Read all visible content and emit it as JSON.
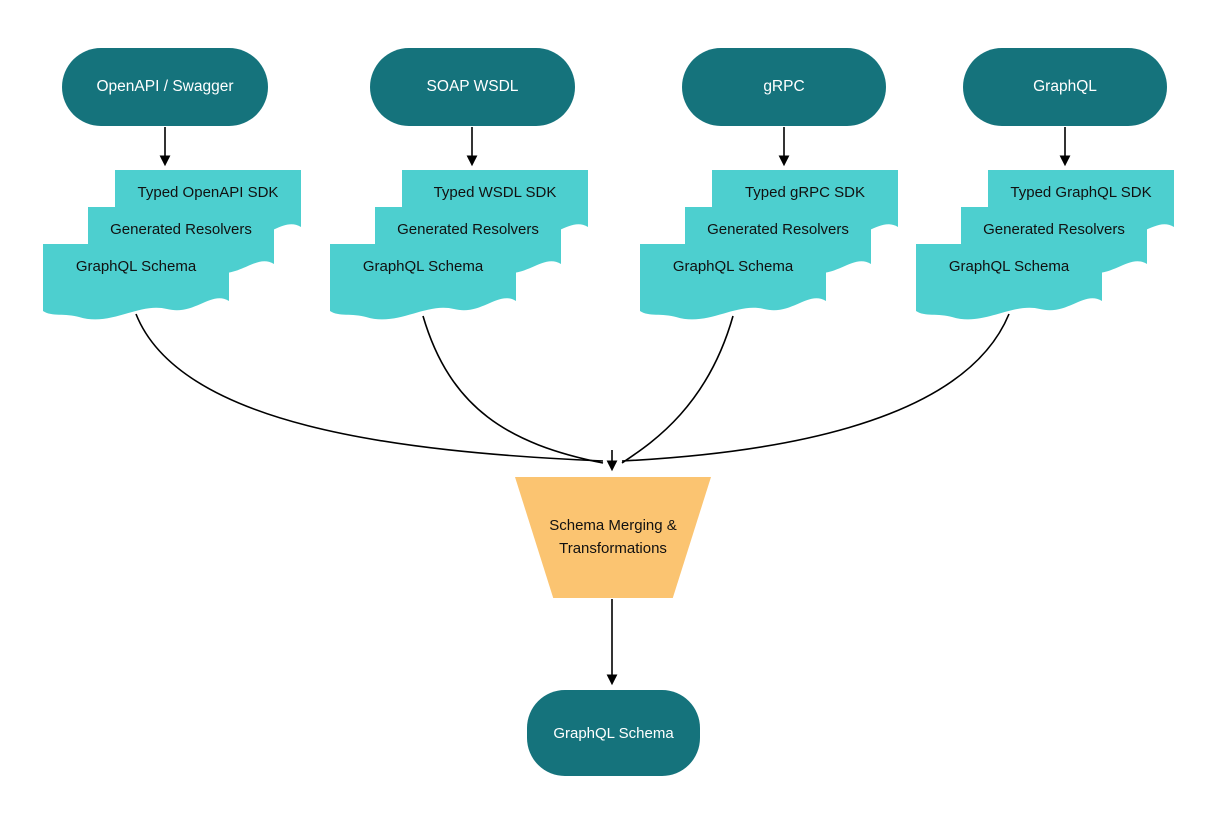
{
  "colors": {
    "source": "#15737c",
    "artifact": "#4dcfcf",
    "merge": "#fbc471",
    "final": "#15737c",
    "edge": "#000000",
    "background": "#ffffff"
  },
  "sources": [
    {
      "label": "OpenAPI / Swagger"
    },
    {
      "label": "SOAP WSDL"
    },
    {
      "label": "gRPC"
    },
    {
      "label": "GraphQL"
    }
  ],
  "stacks": [
    {
      "docs": [
        "Typed OpenAPI SDK",
        "Generated Resolvers",
        "GraphQL Schema"
      ]
    },
    {
      "docs": [
        "Typed WSDL SDK",
        "Generated Resolvers",
        "GraphQL Schema"
      ]
    },
    {
      "docs": [
        "Typed gRPC SDK",
        "Generated Resolvers",
        "GraphQL Schema"
      ]
    },
    {
      "docs": [
        "Typed GraphQL SDK",
        "Generated Resolvers",
        "GraphQL Schema"
      ]
    }
  ],
  "merge": {
    "label": "Schema Merging & Transformations"
  },
  "final": {
    "label": "GraphQL Schema"
  }
}
